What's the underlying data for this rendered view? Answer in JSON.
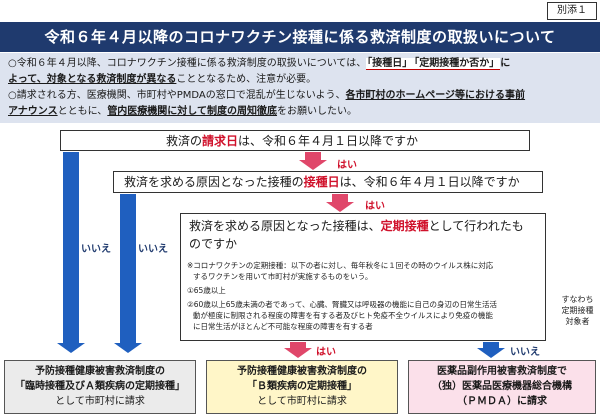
{
  "tag": "別添１",
  "title": "令和６年４月以降のコロナワクチン接種に係る救済制度の取扱いについて",
  "intro": {
    "l1a": "○令和６年４月以降、コロナワクチン接種に係る救済制度の取扱いについては、",
    "l1b": "「接種日」",
    "l1c": "「定期接種か否か」",
    "l1d": "に",
    "l2a": "よって、対象となる救済制度が異なる",
    "l2b": "こととなるため、注意が必要。",
    "l3a": "○請求される方、医療機関、市町村やPMDAの窓口で混乱が生じないよう、",
    "l3b": "各市町村のホームページ等における事前",
    "l4a": "アナウンス",
    "l4b": "とともに、",
    "l4c": "管内医療機関に対して制度の周知徹底",
    "l4d": "をお願いしたい。"
  },
  "q1": {
    "a": "救済の",
    "b": "請求日",
    "c": "は、令和６年４月１日以降ですか"
  },
  "q2": {
    "a": "救済を求める原因となった接種の",
    "b": "接種日",
    "c": "は、令和６年４月１日以降ですか"
  },
  "q3": {
    "a": "救済を求める原因となった接種は、",
    "b": "定期接種",
    "c": "として行われたも",
    "d": "のですか",
    "n1": "※コロナワクチンの定期接種：以下の者に対し、毎年秋冬に１回その時のウイルス株に対応",
    "n2": "するワクチンを用いて市町村が実施するものをいう。",
    "n3": "①65歳以上",
    "n4": "②60歳以上65歳未満の者であって、心臓、腎臓又は呼吸器の機能に自己の身辺の日常生活活",
    "n5": "動が極度に制限される程度の障害を有する者及びヒト免疫不全ウイルスにより免疫の機能",
    "n6": "に日常生活がほとんど不可能な程度の障害を有する者"
  },
  "side_note": [
    "すなわち",
    "定期接種",
    "対象者"
  ],
  "labels": {
    "yes": "はい",
    "no": "いいえ"
  },
  "results": [
    {
      "l1": "予防接種健康被害救済制度の",
      "l2": "「臨時接種及びＡ類疾病の定期接種」",
      "l3": "として市町村に請求"
    },
    {
      "l1": "予防接種健康被害救済制度の",
      "l2": "「Ｂ類疾病の定期接種」",
      "l3": "として市町村に請求"
    },
    {
      "l1": "医薬品副作用被害救済制度で",
      "l2": "（独）医薬品医療機器総合機構",
      "l3": "（ＰＭＤＡ）に請求"
    }
  ],
  "colors": {
    "title_bg": "#1f3a6e",
    "intro_bg": "#dde3ef",
    "red": "#d0112b",
    "blue": "#1f5fbf"
  }
}
